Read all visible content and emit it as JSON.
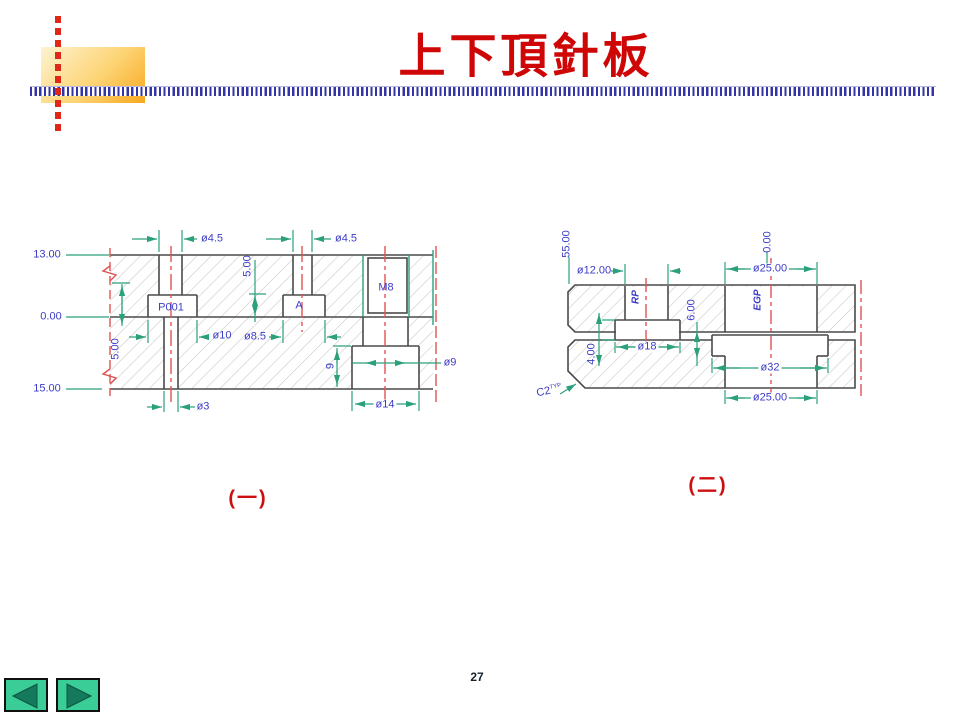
{
  "slide": {
    "title": "上下頂針板",
    "page_number": "27"
  },
  "colors": {
    "title_red": "#cf0606",
    "caption_red": "#cc1010",
    "dim_line_green": "#2aa07c",
    "dim_text_blue": "#3c3cc8",
    "centerline_red": "#e05252",
    "outline_gray": "#4a4a4a",
    "hatch_gray": "#c9c5c0",
    "stripe_blue": "#3434a6",
    "accent_square_light": "#fdf3d0",
    "accent_square_dark": "#f8a81f",
    "nav_button_green": "#3bcd97",
    "nav_triangle_green": "#15795c"
  },
  "drawing1": {
    "caption": "(一)",
    "labels": {
      "level_top": "13.00",
      "level_zero": "0.00",
      "level_bottom": "15.00",
      "pin1_shaft_dia": "ø4.5",
      "pin2_shaft_dia": "ø4.5",
      "pin1_name": "P001",
      "pin2_name": "A",
      "screw_name": "M8",
      "head1_dia": "ø10",
      "head2_dia": "ø8.5",
      "head1_depth": "5.00",
      "head2_depth": "5.00",
      "through_hole_dia": "ø3",
      "cbore_depth": "9",
      "shank_dia": "ø9",
      "screw_head_dia": "ø14"
    }
  },
  "drawing2": {
    "caption": "(二)",
    "labels": {
      "coord_left": "55.00",
      "coord_zero": "0.00",
      "rp_hole_dia": "ø12.00",
      "rp_name": "RP",
      "egp_name": "EGP",
      "rp_head_dia": "ø18",
      "rp_head_depth": "4.00",
      "slot_depth": "6.00",
      "egp_hole_dia_top": "ø25.00",
      "egp_head_dia": "ø32",
      "egp_hole_dia_bottom": "ø25.00",
      "chamfer": "C2",
      "chamfer_note": "TYP"
    }
  },
  "nav": {
    "prev_icon": "left-triangle",
    "next_icon": "right-triangle"
  }
}
